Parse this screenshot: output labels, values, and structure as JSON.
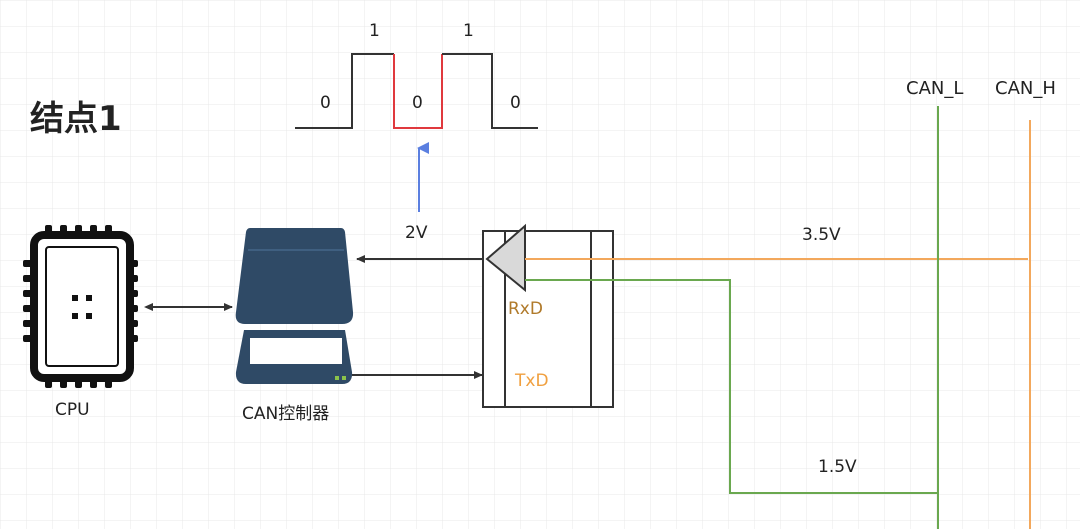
{
  "title": "结点1",
  "bits": [
    "0",
    "1",
    "0",
    "1",
    "0"
  ],
  "voltages": {
    "transceiver_out": "2V",
    "can_high": "3.5V",
    "can_low": "1.5V"
  },
  "components": {
    "cpu": "CPU",
    "controller": "CAN控制器",
    "rxd": "RxD",
    "txd": "TxD"
  },
  "bus": {
    "can_l": "CAN_L",
    "can_h": "CAN_H"
  },
  "colors": {
    "green_wire": "#6aa84f",
    "orange_wire": "#f3a85c",
    "red_bit": "#e0393e",
    "blue_arrow": "#5b7fe0",
    "controller_body": "#2f4a66",
    "rxd_text": "#b07a2a",
    "txd_text": "#f0a040"
  }
}
